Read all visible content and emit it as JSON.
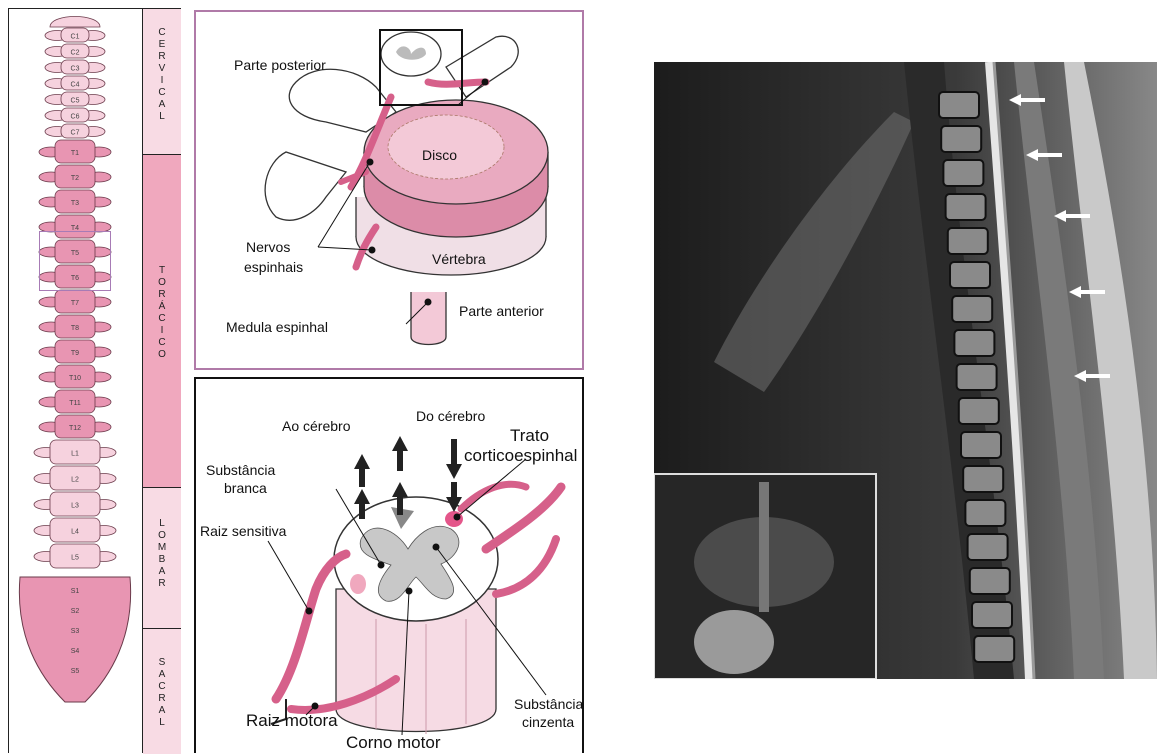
{
  "column_regions": [
    {
      "letters": [
        "C",
        "E",
        "R",
        "V",
        "I",
        "C",
        "A",
        "L"
      ],
      "color": "#f8dbe4"
    },
    {
      "letters": [
        "T",
        "O",
        "R",
        "Á",
        "C",
        "I",
        "C",
        "O"
      ],
      "color": "#f0a8be"
    },
    {
      "letters": [
        "L",
        "O",
        "M",
        "B",
        "A",
        "R"
      ],
      "color": "#f8dbe4"
    },
    {
      "letters": [
        "S",
        "A",
        "C",
        "R",
        "A",
        "L"
      ],
      "color": "#f8dbe4"
    }
  ],
  "vertebra_labels": {
    "cervical": [
      "C1",
      "C2",
      "C3",
      "C4",
      "C5",
      "C6",
      "C7"
    ],
    "thoracic": [
      "T1",
      "T2",
      "T3",
      "T4",
      "T5",
      "T6",
      "T7",
      "T8",
      "T9",
      "T10",
      "T11",
      "T12"
    ],
    "lumbar": [
      "L1",
      "L2",
      "L3",
      "L4",
      "L5"
    ],
    "sacral": [
      "S1",
      "S2",
      "S3",
      "S4",
      "S5"
    ]
  },
  "top_panel": {
    "border_color": "#b07aa8",
    "labels": {
      "posterior": "Parte posterior",
      "disc": "Disco",
      "nerves_line1": "Nervos",
      "nerves_line2": "espinhais",
      "vertebra": "Vértebra",
      "spinal_cord": "Medula espinhal",
      "anterior": "Parte anterior"
    }
  },
  "bottom_panel": {
    "labels": {
      "to_brain": "Ao cérebro",
      "from_brain": "Do cérebro",
      "tract_line1": "Trato",
      "tract_line2": "corticoespinhal",
      "white_line1": "Substância",
      "white_line2": "branca",
      "sensory_root": "Raiz sensitiva",
      "motor_root": "Raiz motora",
      "motor_horn": "Corno motor",
      "gray_line1": "Substância",
      "gray_line2": "cinzenta"
    }
  },
  "mri": {
    "arrow_color": "#ffffff"
  },
  "colors": {
    "pink_dark": "#d6608a",
    "pink_mid": "#e895b2",
    "pink_light": "#f6d2de",
    "gray_matter": "#c8c8c8"
  }
}
